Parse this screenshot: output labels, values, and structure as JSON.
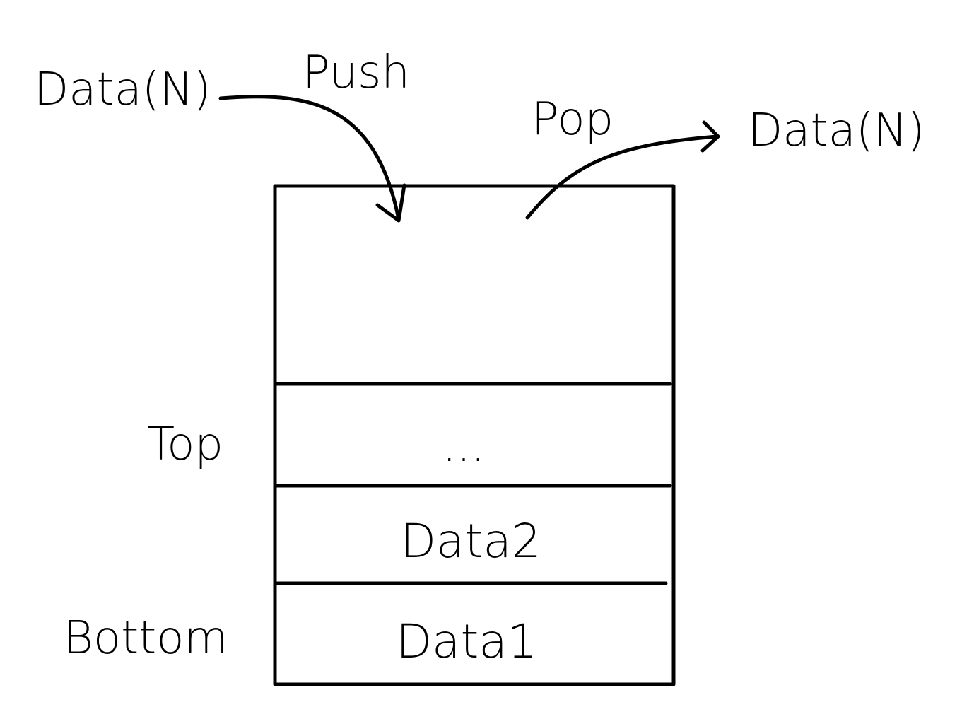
{
  "labels": {
    "push_input": "Data(N)",
    "push": "Push",
    "pop": "Pop",
    "pop_output": "Data(N)",
    "top": "Top",
    "bottom": "Bottom"
  },
  "stack": {
    "cells": [
      "...",
      "Data2",
      "Data1"
    ]
  },
  "colors": {
    "ink": "#000000",
    "background": "#ffffff"
  }
}
